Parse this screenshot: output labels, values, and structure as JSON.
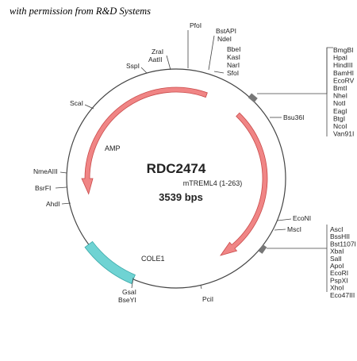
{
  "credit": "with permission from R&D Systems",
  "plasmid": {
    "name": "RDC2474",
    "size": "3539 bps",
    "insert_label": "mTREML4 (1-263)"
  },
  "features": {
    "amp": "AMP",
    "cole1": "COLE1"
  },
  "colors": {
    "arrow_fill": "#f08585",
    "arrow_stroke": "#c94a4a",
    "origin_fill": "#6fd3d3",
    "origin_stroke": "#3aa8a8",
    "backbone": "#444444"
  },
  "sites": {
    "pfoi": "PfoI",
    "zrai": "ZraI",
    "aatii": "AatII",
    "sspi": "SspI",
    "scai": "ScaI",
    "bstapi": "BstAPI",
    "ndei": "NdeI",
    "bbei": "BbeI",
    "kasi": "KasI",
    "nari": "NarI",
    "sfoi": "SfoI",
    "bsu36i": "Bsu36I",
    "nmeaiii": "NmeAIII",
    "bsrfi": "BsrFI",
    "ahdi": "AhdI",
    "ecoNI": "EcoNI",
    "msci": "MscI",
    "gsai": "GsaI",
    "bseyi": "BseYI",
    "pcii": "PciI"
  },
  "mcs1": [
    "BmgBI",
    "HpaI",
    "HindIII",
    "BamHI",
    "EcoRV",
    "BmtI",
    "NheI",
    "NotI",
    "EagI",
    "BtgI",
    "NcoI",
    "Van91I"
  ],
  "mcs2": [
    "AscI",
    "BssHII",
    "Bst1107I",
    "XbaI",
    "SalI",
    "ApoI",
    "EcoRI",
    "PspXI",
    "XhoI",
    "Eco47III"
  ]
}
